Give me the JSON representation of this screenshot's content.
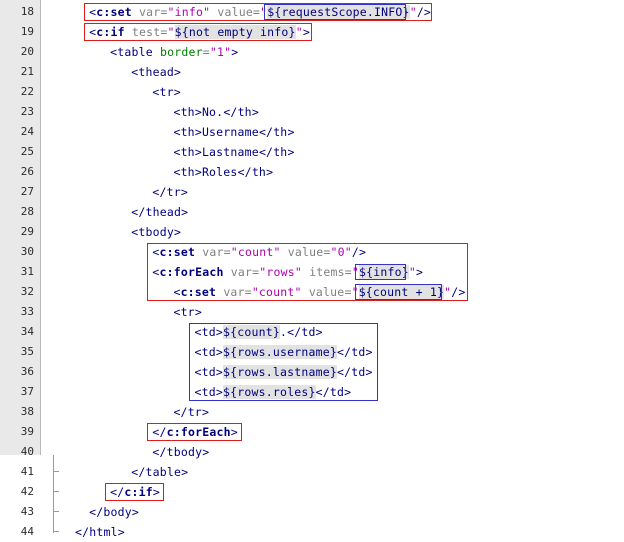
{
  "editor": {
    "language": "JSP / JSTL",
    "first_line": 18,
    "last_line": 44,
    "gutter_bg": "#e9e9e9",
    "background": "#ffffff",
    "annotation_red": "#e01b1b",
    "annotation_blue": "#3434c8",
    "el_highlight_bg": "#e2e2e2"
  },
  "lines": [
    {
      "n": "18",
      "indent": 3,
      "text": "<c:set var=\"info\" value=\"${requestScope.INFO}\"/>"
    },
    {
      "n": "19",
      "indent": 3,
      "text": "<c:if test=\"${not empty info}\">"
    },
    {
      "n": "20",
      "indent": 6,
      "text": "<table border=\"1\">"
    },
    {
      "n": "21",
      "indent": 9,
      "text": "<thead>"
    },
    {
      "n": "22",
      "indent": 12,
      "text": "<tr>"
    },
    {
      "n": "23",
      "indent": 15,
      "text": "<th>No.</th>"
    },
    {
      "n": "24",
      "indent": 15,
      "text": "<th>Username</th>"
    },
    {
      "n": "25",
      "indent": 15,
      "text": "<th>Lastname</th>"
    },
    {
      "n": "26",
      "indent": 15,
      "text": "<th>Roles</th>"
    },
    {
      "n": "27",
      "indent": 12,
      "text": "</tr>"
    },
    {
      "n": "28",
      "indent": 9,
      "text": "</thead>"
    },
    {
      "n": "29",
      "indent": 9,
      "text": "<tbody>"
    },
    {
      "n": "30",
      "indent": 12,
      "text": "<c:set var=\"count\" value=\"0\"/>"
    },
    {
      "n": "31",
      "indent": 12,
      "text": "<c:forEach var=\"rows\" items=\"${info}\">"
    },
    {
      "n": "32",
      "indent": 15,
      "text": "<c:set var=\"count\" value=\"${count + 1}\"/>"
    },
    {
      "n": "33",
      "indent": 15,
      "text": "<tr>"
    },
    {
      "n": "34",
      "indent": 18,
      "text": "<td>${count}.</td>"
    },
    {
      "n": "35",
      "indent": 18,
      "text": "<td>${rows.username}</td>"
    },
    {
      "n": "36",
      "indent": 18,
      "text": "<td>${rows.lastname}</td>"
    },
    {
      "n": "37",
      "indent": 18,
      "text": "<td>${rows.roles}</td>"
    },
    {
      "n": "38",
      "indent": 15,
      "text": "</tr>"
    },
    {
      "n": "39",
      "indent": 12,
      "text": "</c:forEach>"
    },
    {
      "n": "40",
      "indent": 12,
      "text": "</tbody>"
    },
    {
      "n": "41",
      "indent": 9,
      "text": "</table>"
    },
    {
      "n": "42",
      "indent": 6,
      "text": "</c:if>"
    },
    {
      "n": "43",
      "indent": 3,
      "text": "</body>"
    },
    {
      "n": "44",
      "indent": 1,
      "text": "</html>"
    }
  ],
  "fold_markers": {
    "boxes": [
      "19",
      "20",
      "21",
      "22",
      "29",
      "31",
      "33"
    ],
    "ticks": [
      "27",
      "28",
      "38",
      "39",
      "40",
      "41",
      "42",
      "43"
    ],
    "end": "44"
  },
  "annotations": [
    {
      "id": "red-line-18",
      "color": "red",
      "lines": "18",
      "note": "c:set info from requestScope"
    },
    {
      "id": "red-line-19",
      "color": "red",
      "lines": "19",
      "note": "c:if not empty info"
    },
    {
      "id": "red-lines-30-32",
      "color": "red",
      "lines": "30-32",
      "note": "counter set and forEach loop"
    },
    {
      "id": "blue-lines-34-37",
      "color": "blue",
      "lines": "34-37",
      "note": "table cell output"
    },
    {
      "id": "red-line-39",
      "color": "red",
      "lines": "39",
      "note": "close forEach"
    },
    {
      "id": "red-line-42",
      "color": "red",
      "lines": "42",
      "note": "close c:if"
    },
    {
      "id": "blue-el-18",
      "color": "blue",
      "lines": "18",
      "note": "${requestScope.INFO}"
    },
    {
      "id": "blue-el-31",
      "color": "blue",
      "lines": "31",
      "note": "${info}"
    },
    {
      "id": "blue-el-32",
      "color": "blue",
      "lines": "32",
      "note": "${count + 1}"
    }
  ]
}
